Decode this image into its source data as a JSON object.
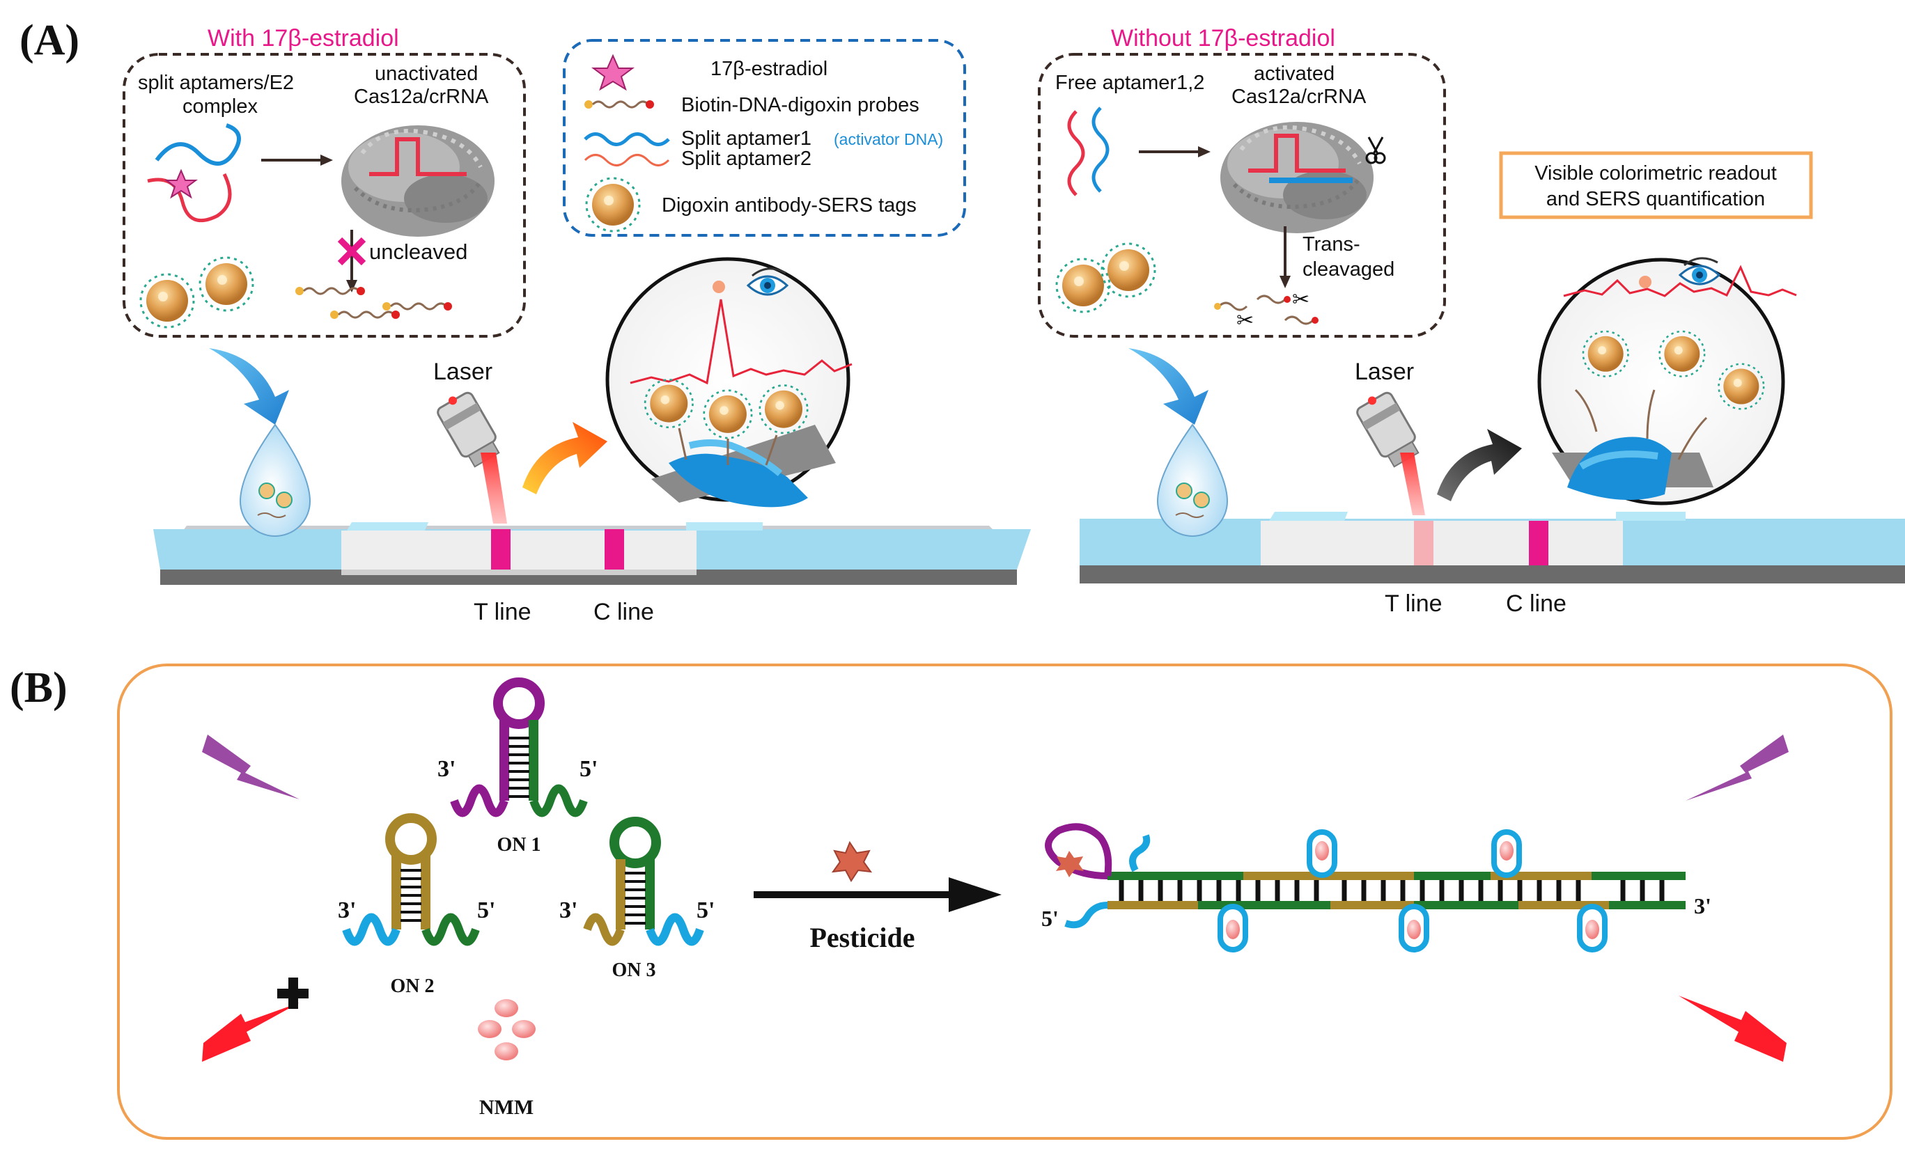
{
  "panel_a": {
    "label": "(A)",
    "left": {
      "title": "With 17β-estradiol",
      "complex": "split aptamers/E2",
      "complex2": "complex",
      "enzyme1": "unactivated",
      "enzyme2": "Cas12a/crRNA",
      "uncleaved": "uncleaved",
      "laser": "Laser",
      "t_line": "T line",
      "c_line": "C line"
    },
    "legend": {
      "items": [
        {
          "text": "17β-estradiol"
        },
        {
          "text": "Biotin-DNA-digoxin probes"
        },
        {
          "text": "Split aptamer1"
        },
        {
          "text": "Split aptamer2"
        },
        {
          "text": "Digoxin antibody-SERS tags"
        }
      ],
      "activator": "(activator DNA)"
    },
    "right": {
      "title": "Without 17β-estradiol",
      "free": "Free aptamer1,2",
      "enzyme1": "activated",
      "enzyme2": "Cas12a/crRNA",
      "trans1": "Trans-",
      "trans2": "cleavaged",
      "laser": "Laser",
      "t_line": "T line",
      "c_line": "C line",
      "readout1": "Visible colorimetric readout",
      "readout2": "and SERS quantification"
    }
  },
  "panel_b": {
    "label": "(B)",
    "on1": "ON 1",
    "on2": "ON 2",
    "on3": "ON 3",
    "nmm": "NMM",
    "pesticide": "Pesticide",
    "three_prime": "3'",
    "five_prime": "5'"
  },
  "colors": {
    "pink_title": "#e8178a",
    "strip": "#9fdaf0",
    "line_magenta": "#e8178a",
    "orange_frame": "#f0a050",
    "purple": "#8e1a8e",
    "olive": "#a8862a",
    "green": "#1f7a2e",
    "cyan": "#19a6e0"
  }
}
